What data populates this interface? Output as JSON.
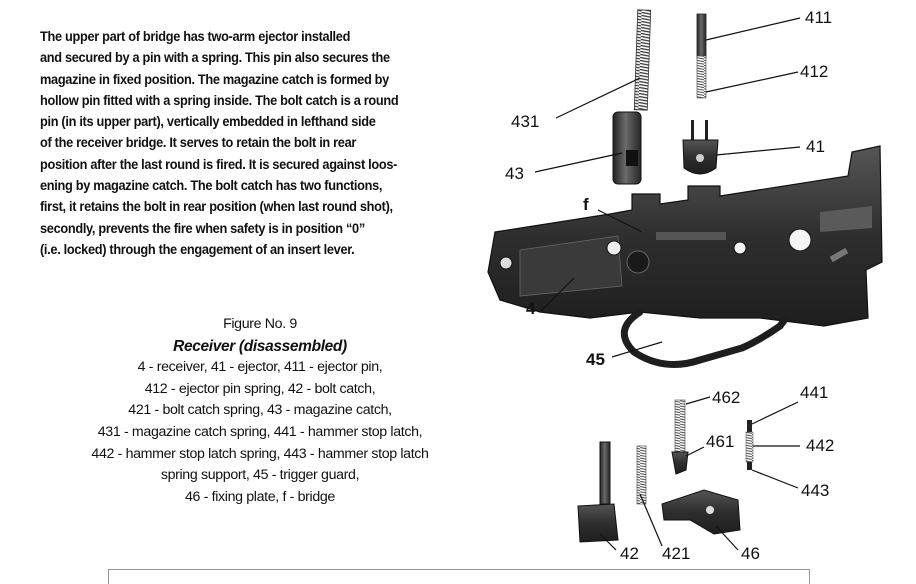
{
  "paragraph_lines": [
    "The upper part of bridge has two-arm ejector installed",
    "and secured by a pin with a spring. This pin also secures the",
    "magazine in fixed position. The magazine catch is formed by",
    "hollow pin fitted with a spring inside. The bolt catch is a round",
    "pin (in its upper part), vertically embedded in lefthand side",
    "of the receiver bridge. It serves to retain the bolt in rear",
    "position after the last round is fired. It is secured against loos-",
    "ening by magazine catch. The bolt catch has two functions,",
    "first, it retains the bolt in rear position (when last round shot),",
    "secondly, prevents the fire when safety is in position “0”",
    "(i.e. locked) through the engagement of an insert lever."
  ],
  "figure": {
    "number": "Figure No. 9",
    "title": "Receiver (disassembled)",
    "legend_lines": [
      "4 - receiver, 41 - ejector, 411 - ejector pin,",
      "412 - ejector pin spring, 42 - bolt catch,",
      "421 - bolt catch spring, 43 - magazine catch,",
      "431 - magazine catch spring, 441 - hammer stop latch,",
      "442 - hammer stop latch spring, 443 - hammer stop latch",
      "spring support, 45 - trigger guard,",
      "46 - fixing plate, f - bridge"
    ]
  },
  "callouts": {
    "c411": "411",
    "c412": "412",
    "c431": "431",
    "c43": "43",
    "c41": "41",
    "cf": "f",
    "c4": "4",
    "c45": "45",
    "c462": "462",
    "c441": "441",
    "c461": "461",
    "c442": "442",
    "c443": "443",
    "c42": "42",
    "c421": "421",
    "c46": "46"
  },
  "colors": {
    "part_dark": "#2a2a2a",
    "part_mid": "#4a4a4a",
    "part_light": "#8a8a8a"
  }
}
